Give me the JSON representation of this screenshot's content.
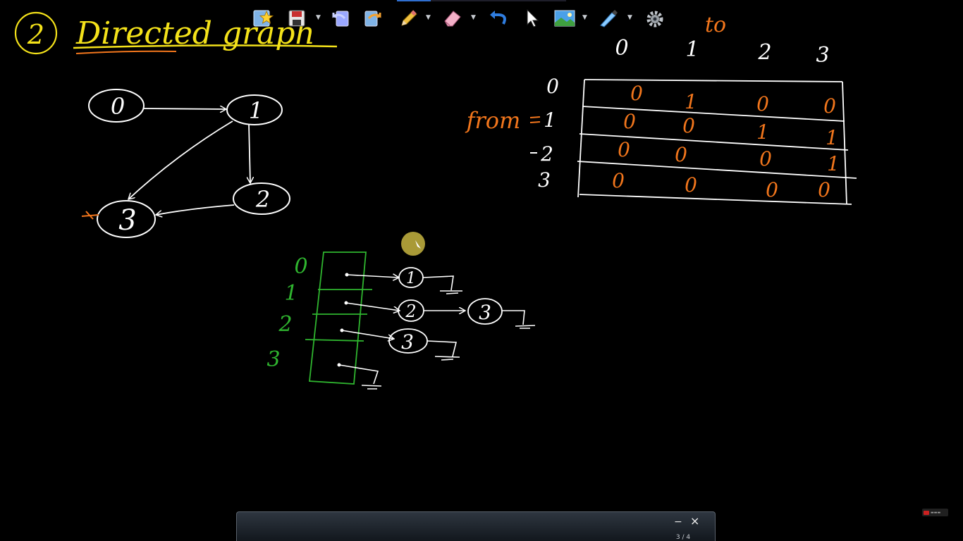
{
  "colors": {
    "title": "#f4e21a",
    "chalk": "#ffffff",
    "matrix_values": "#f2761c",
    "list_box": "#2fb52f",
    "pointer_dot": "#b2a23a"
  },
  "board": {
    "title": {
      "number": "2",
      "text": "Directed graph"
    },
    "graph": {
      "nodes": [
        "0",
        "1",
        "2",
        "3"
      ]
    },
    "matrix": {
      "col_header": "to",
      "row_header": "from",
      "col_labels": [
        "0",
        "1",
        "2",
        "3"
      ],
      "row_labels": [
        "0",
        "1",
        "2",
        "3"
      ],
      "rows": [
        [
          "0",
          "1",
          "0",
          "0"
        ],
        [
          "0",
          "0",
          "1",
          "1"
        ],
        [
          "0",
          "0",
          "0",
          "1"
        ],
        [
          "0",
          "0",
          "0",
          "0"
        ]
      ]
    },
    "adjacency_list": {
      "indices": [
        "0",
        "1",
        "2",
        "3"
      ],
      "lists": [
        [
          "1"
        ],
        [
          "2",
          "3"
        ],
        [
          "3"
        ],
        []
      ]
    }
  },
  "toolbar": {
    "icons": [
      "star-icon",
      "save-icon",
      "undo-icon",
      "redo-icon",
      "pen-icon",
      "eraser-icon",
      "undo-arrow-icon",
      "cursor-icon",
      "image-icon",
      "highlighter-icon",
      "settings-icon"
    ],
    "page_counter": "3 / 4",
    "minimize_label": "−",
    "close_label": "×"
  },
  "video_progress": 0.2,
  "subscribe": {
    "icon": "youtube-icon"
  }
}
